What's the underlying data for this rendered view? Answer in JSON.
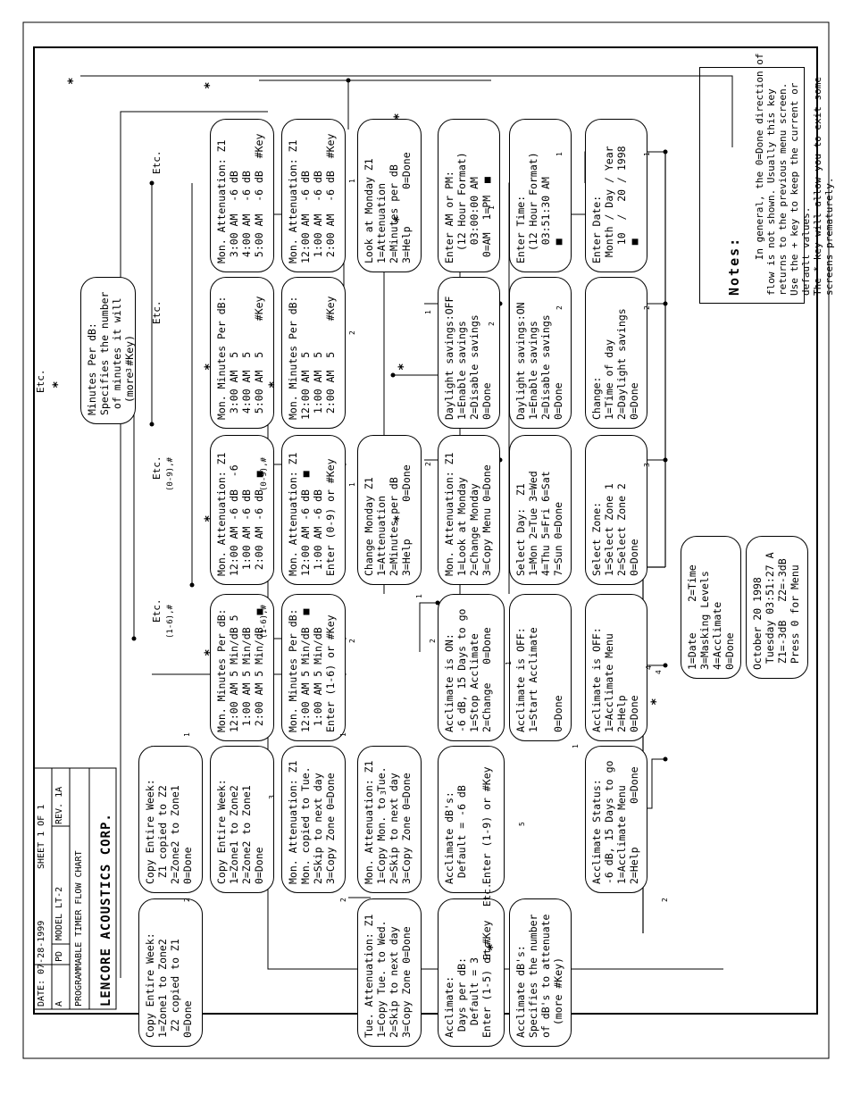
{
  "notes": {
    "title": "Notes:",
    "text": "In general, the 0=Done direction of\nflow is not shown. Usually this key\nreturns to the previous menu screen.\nUse the + key to keep the current or\ndefault values.\nThe * key will allow you to exit some\nscreens prematurely."
  },
  "nodes": {
    "enter_date": "Enter Date:\n Month / Day / Year\n   10  /  20 / 1998\n   ■",
    "enter_time": "Enter Time:\n  (12 Hour Format)\n   03:51:30 AM\n   ■",
    "enter_ampm": "Enter AM or PM:\n  (12 Hour Format)\n   03:00:00 AM\n 0=AM  1=PM  ■",
    "look_monday": "Look at Monday Z1\n1=Attenuation\n2=Minutes per dB\n3=Help      0=Done",
    "mon_att_look1": "Mon. Attenuation: Z1\n12:00 AM  -6 dB\n 1:00 AM  -6 dB\n 2:00 AM  -6 dB  #Key",
    "mon_att_look2": "Mon. Attenuation: Z1\n 3:00 AM  -6 dB\n 4:00 AM  -6 dB\n 5:00 AM  -6 dB  #Key",
    "change_menu": "Change:\n1=Time of day\n2=Daylight savings\n0=Done",
    "daylight_on": "Daylight savings:ON\n1=Enable savings\n2=Disable savings\n0=Done",
    "daylight_off": "Daylight savings:OFF\n1=Enable savings\n2=Disable savings\n0=Done",
    "mon_min_look1": "Mon. Minutes Per dB:\n12:00 AM  5\n 1:00 AM  5\n 2:00 AM  5     #Key",
    "mon_min_look2": "Mon. Minutes Per dB:\n 3:00 AM  5\n 4:00 AM  5\n 5:00 AM  5     #Key",
    "min_per_db_help": "Minutes Per dB:\nSpecifies the number\n of minutes it will\n  (more #Key)",
    "select_zone": "Select Zone:\n1=Select Zone 1\n2=Select Zone 2\n0=Done",
    "select_day": "Select Day:  Z1\n1=Mon 2=Tue 3=Wed\n4=Thu 5=Fri 6=Sat\n7=Sun 0=Done",
    "mon_att_menu": "Mon. Attenuation: Z1\n1=Look at Monday\n2=Change Monday\n3=Copy Menu 0=Done",
    "change_monday": "Change Monday Z1\n1=Attenuation\n2=Minutes per dB\n3=Help      0=Done",
    "mon_att_edit": "Mon. Attenuation: Z1\n12:00 AM -6 dB  ■\n 1:00 AM -6 dB\nEnter (0-9) or #Key",
    "mon_att_edit2": "Mon. Attenuation: Z1\n12:00 AM -6 dB  -6\n 1:00 AM -6 dB\n 2:00 AM -6 dB  ■",
    "main_screen": "October 20 1998\n Tuesday 03:51:27 A\n Z1=-3dB   Z2=-3dB\n Press 0 for Menu",
    "main_menu": "1=Date     2=Time\n3=Masking Levels\n4=Acclimate\n0=Done",
    "acclimate_off": "Acclimate is OFF:\n1=Acclimate Menu\n2=Help\n0=Done",
    "acclimate_off_start": "Acclimate is OFF:\n1=Start Acclimate\n\n0=Done",
    "acclimate_on": "Acclimate is ON:\n-6 dB, 15 Days to go\n1=Stop Acclimate\n2=Change   0=Done",
    "mon_min_edit": "Mon. Minutes Per dB:\n12:00 AM 5 Min/dB  ■\n 1:00 AM 5 Min/dB\nEnter (1-6) or #Key",
    "mon_min_edit2": "Mon. Minutes Per dB:\n12:00 AM 5 Min/dB 5\n 1:00 AM 5 Min/dB\n 2:00 AM 5 Min/dB  ■",
    "acclimate_status": "Acclimate Status:\n-6 dB, 15 Days to go\n1=Acclimate Menu\n2=Help       0=Done",
    "acclimate_dbs": "Acclimate dB's:\n Default = -6 dB\n\nEnter (1-9) or #Key",
    "mon_att_copy": "Mon. Attenuation: Z1\n1=Copy Mon. to Tue.\n2=Skip to next day\n3=Copy Zone 0=Done",
    "mon_att_copied": "Mon. Attenuation: Z1\nMon. copied to Tue.\n2=Skip to next day\n3=Copy Zone 0=Done",
    "copy_week_1": "Copy Entire Week:\n Z1 copied to Z2\n2=Zone2 to Zone1\n0=Done",
    "copy_week_2": "Copy Entire Week:\n1=Zone1 to Zone2\n2=Zone2 to Zone1\n0=Done",
    "acclimate_help": "Acclimate dB's:\nSpecifies the number\nof dB's to attenuate\n  (more #Key)",
    "acclimate_days": "Acclimate:\n Days per dB:\n  Default = 3\nEnter (1-5) or #Key",
    "tue_att": "Tue. Attenuation: Z1\n1=Copy Tue. to Wed.\n2=Skip to next day\n3=Copy Zone 0=Done",
    "copy_week_3": "Copy Entire Week:\n1=Zone1 to Zone2\n Z2 copied to Z1\n0=Done"
  },
  "etc_labels": [
    "Etc.",
    "Etc.",
    "Etc.",
    "Etc.",
    "Etc.",
    "Etc.",
    "Etc."
  ],
  "flow_labels": {
    "n1": "1",
    "n2": "2",
    "n3": "3",
    "n4": "4",
    "n5": "5",
    "star": "*",
    "hash": "#",
    "key_0_9": "(0-9),#",
    "key_1_6": "(1-6),#"
  },
  "title_block": {
    "company": "LENCORE ACOUSTICS CORP.",
    "title": "PROGRAMMABLE TIMER FLOW CHART",
    "size": "A",
    "by": "PD",
    "model": "MODEL LT-2",
    "rev": "REV. 1A",
    "date": "DATE: 07-28-1999",
    "sheet": "SHEET 1 OF 1"
  }
}
